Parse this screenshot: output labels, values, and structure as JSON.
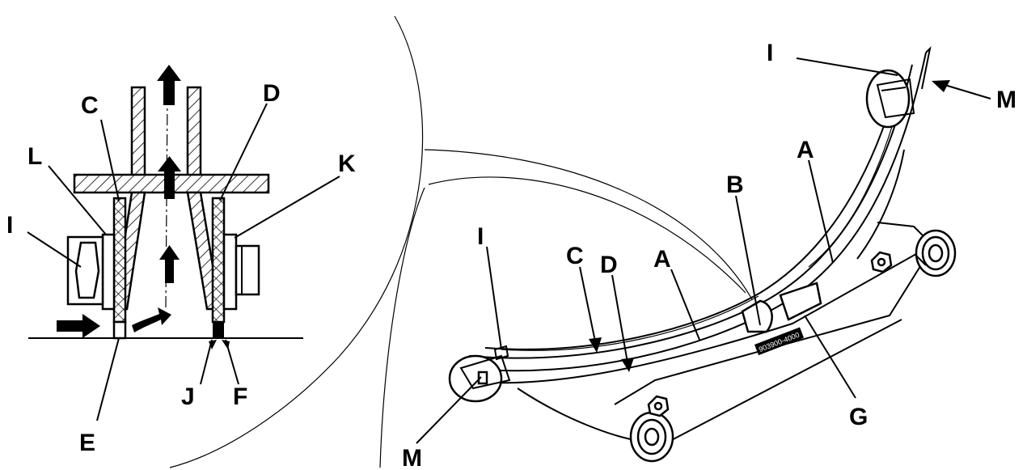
{
  "labels": {
    "left": {
      "c": "C",
      "d": "D",
      "l": "L",
      "k": "K",
      "i": "I",
      "e": "E",
      "j": "J",
      "f": "F"
    },
    "right": {
      "i_top": "I",
      "m_top": "M",
      "a_top": "A",
      "b": "B",
      "i_left": "I",
      "c": "C",
      "d": "D",
      "a_mid": "A",
      "g": "G",
      "m_bottom": "M"
    }
  },
  "rail_stamp": "903900-4000"
}
